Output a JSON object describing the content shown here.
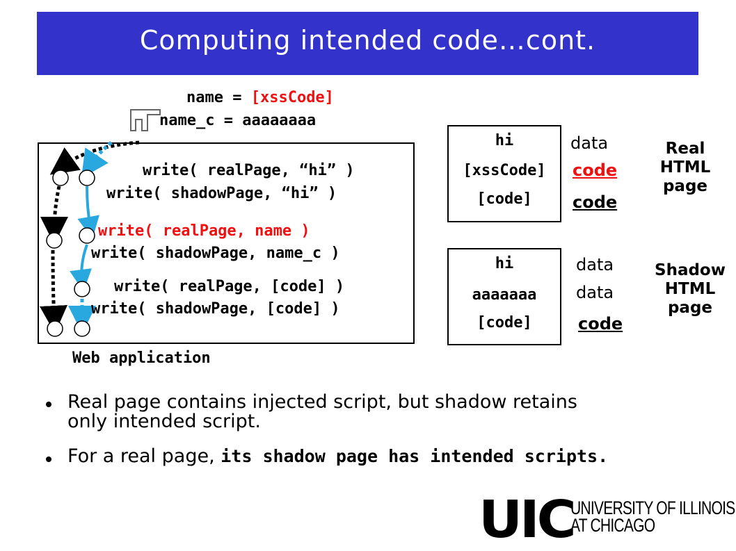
{
  "title": "Computing intended code…cont.",
  "assignments": {
    "name_prefix": "name = ",
    "name_value": "[xssCode]",
    "name_c": "name_c = aaaaaaaa"
  },
  "app": {
    "lines": [
      "write( realPage, “hi” )",
      "write( shadowPage, “hi” )",
      "write( realPage, name )",
      "write( shadowPage, name_c )",
      "write( realPage, [code] )",
      "write( shadowPage, [code] )"
    ],
    "caption": "Web application"
  },
  "real_page": {
    "lines": [
      "hi",
      "[xssCode]",
      "[code]"
    ],
    "kinds": [
      "data",
      "code",
      "code"
    ],
    "caption": [
      "Real",
      "HTML",
      "page"
    ]
  },
  "shadow_page": {
    "lines": [
      "hi",
      "aaaaaaa",
      "[code]"
    ],
    "kinds": [
      "data",
      "data",
      "code"
    ],
    "caption": [
      "Shadow",
      "HTML",
      "page"
    ]
  },
  "bullets": {
    "b1_line1": "Real page contains injected script, but shadow retains",
    "b1_line2": "only intended script.",
    "b2_normal": "For a real page, ",
    "b2_bold": "its shadow page has intended scripts."
  },
  "logo": {
    "mark": "UIC",
    "line1": "UNIVERSITY OF ILLINOIS",
    "line2": "AT CHICAGO"
  },
  "colors": {
    "title_bar": "#3333cc",
    "highlight_red": "#ee1111",
    "shadow_flow_blue": "#29a8e0"
  }
}
